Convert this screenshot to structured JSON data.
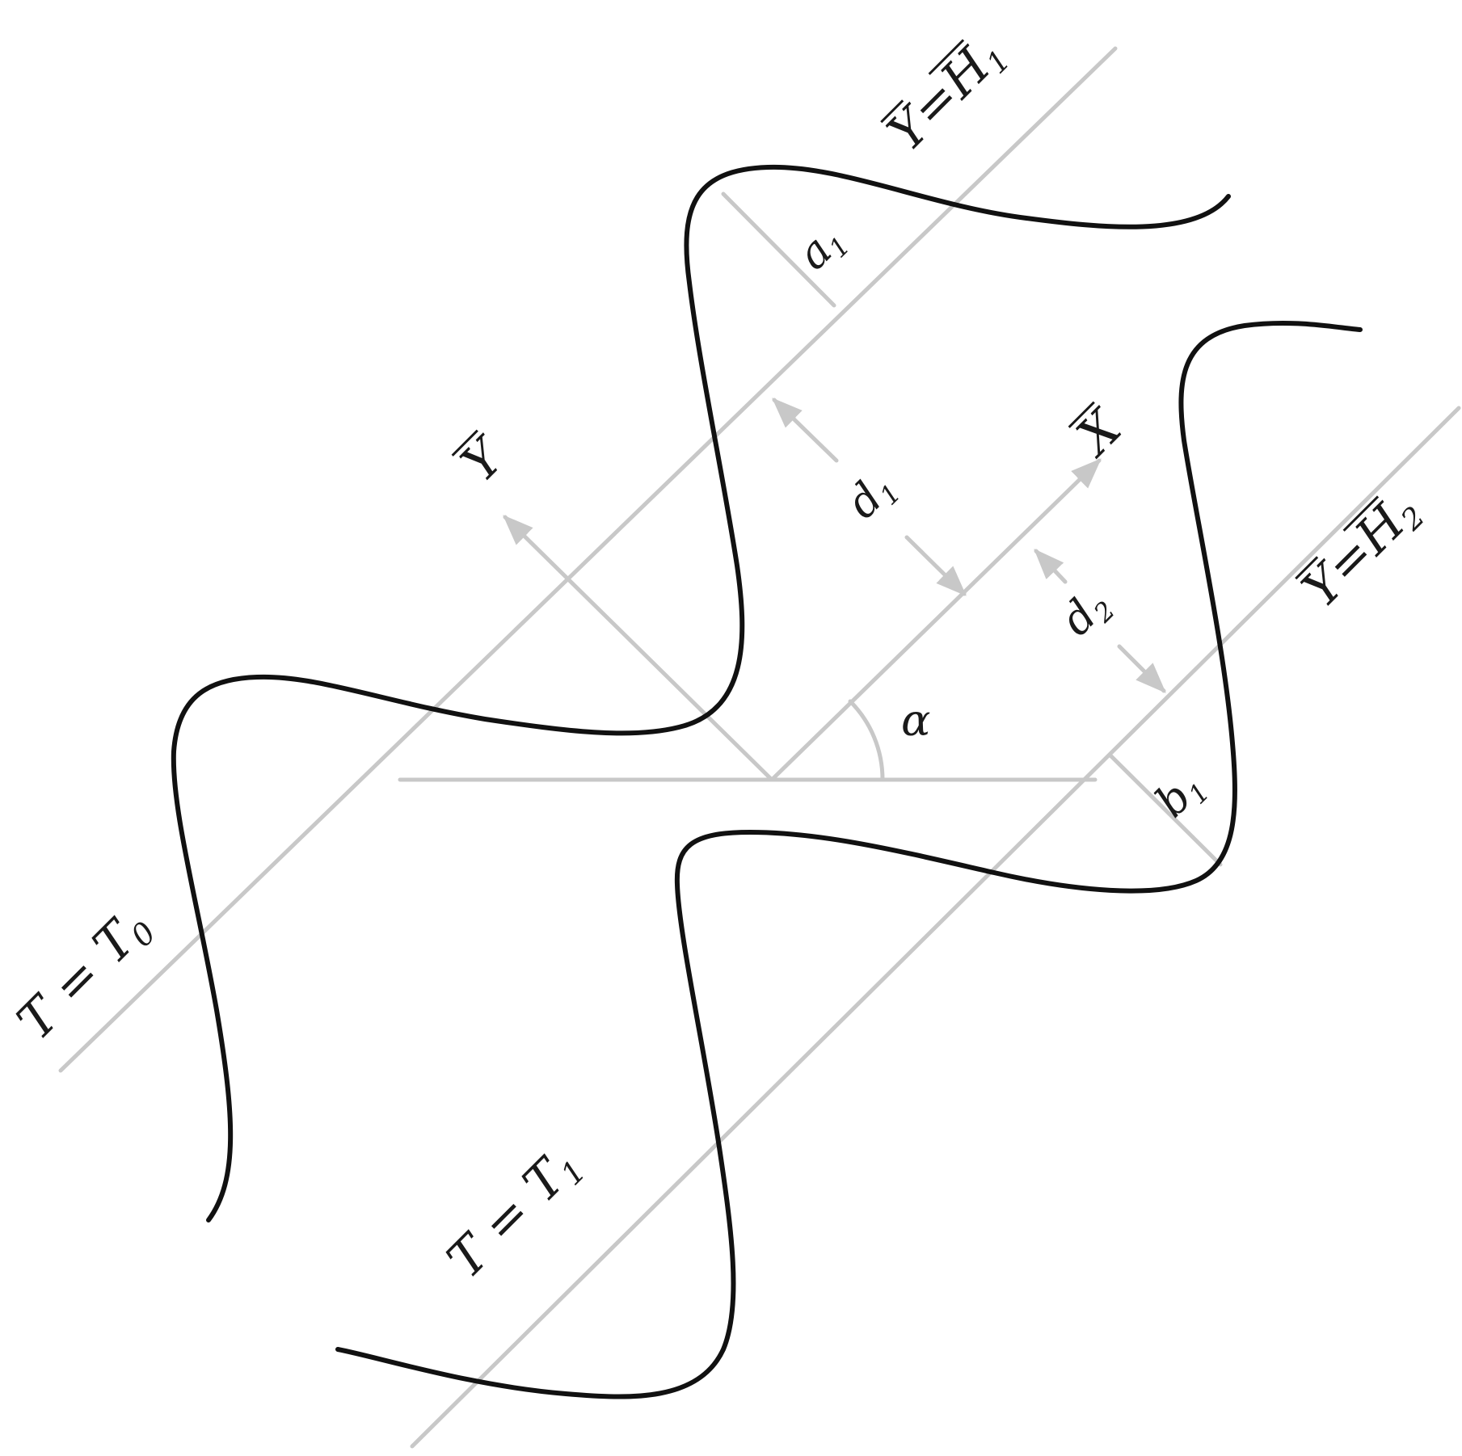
{
  "colors": {
    "wall": "#111111",
    "guide": "#c8c8c8",
    "text": "#1a1a1a",
    "background": "#ffffff"
  },
  "labels": {
    "y_axis": "Y",
    "x_axis": "X",
    "upper_wall_line": "Y=H",
    "upper_wall_sub": "1",
    "lower_wall_line": "Y=H",
    "lower_wall_sub": "2",
    "amplitude_upper": "a",
    "amplitude_upper_sub": "1",
    "amplitude_lower": "b",
    "amplitude_lower_sub": "1",
    "distance_upper": "d",
    "distance_upper_sub": "1",
    "distance_lower": "d",
    "distance_lower_sub": "2",
    "angle": "α",
    "temp_upper": "T = T",
    "temp_upper_sub": "0",
    "temp_lower": "T = T",
    "temp_lower_sub": "1"
  }
}
